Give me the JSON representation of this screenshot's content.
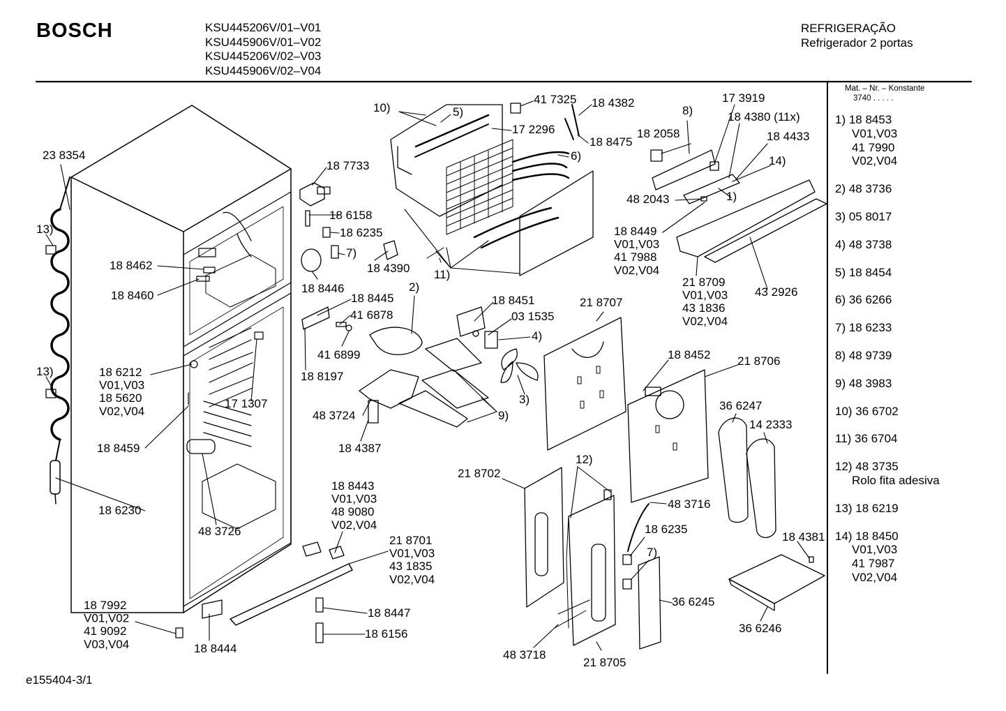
{
  "header": {
    "brand": "BOSCH",
    "models": [
      "KSU445206V/01–V01",
      "KSU445906V/01–V02",
      "KSU445206V/02–V03",
      "KSU445906V/02–V04"
    ],
    "category": "REFRIGERAÇÃO",
    "subcategory": "Refrigerador 2 portas"
  },
  "sidebar": {
    "heading": "Mat. – Nr. – Konstante",
    "constant": "3740  .  .  .  .  .",
    "legend": [
      {
        "label": "1) 18 8453"
      },
      {
        "label": "V01,V03",
        "indent": true
      },
      {
        "label": "41 7990",
        "indent": true
      },
      {
        "label": "V02,V04",
        "indent": true
      },
      {
        "label": "2) 48 3736",
        "gap": true
      },
      {
        "label": "3) 05 8017",
        "gap": true
      },
      {
        "label": "4) 48 3738",
        "gap": true
      },
      {
        "label": "5) 18 8454",
        "gap": true
      },
      {
        "label": "6) 36 6266",
        "gap": true
      },
      {
        "label": "7) 18 6233",
        "gap": true
      },
      {
        "label": "8) 48 9739",
        "gap": true
      },
      {
        "label": "9) 48 3983",
        "gap": true
      },
      {
        "label": "10) 36 6702",
        "gap": true
      },
      {
        "label": "11) 36 6704",
        "gap": true
      },
      {
        "label": "12) 48 3735",
        "gap": true
      },
      {
        "label": "Rolo fita adesiva",
        "indent": true
      },
      {
        "label": "13) 18 6219",
        "gap": true
      },
      {
        "label": "14) 18 8450",
        "gap": true
      },
      {
        "label": "V01,V03",
        "indent": true
      },
      {
        "label": "41 7987",
        "indent": true
      },
      {
        "label": "V02,V04",
        "indent": true
      }
    ]
  },
  "footer": {
    "doc_id": "e155404-3/1"
  },
  "callouts": [
    {
      "id": "c238354",
      "lines": [
        "23 8354"
      ]
    },
    {
      "id": "c13a",
      "lines": [
        "13)"
      ]
    },
    {
      "id": "c13b",
      "lines": [
        "13)"
      ]
    },
    {
      "id": "c188462",
      "lines": [
        "18 8462"
      ]
    },
    {
      "id": "c188460",
      "lines": [
        "18 8460"
      ]
    },
    {
      "id": "c186212",
      "lines": [
        "18 6212",
        "V01,V03",
        "18 5620",
        "V02,V04"
      ]
    },
    {
      "id": "c188459",
      "lines": [
        "18 8459"
      ]
    },
    {
      "id": "c186230",
      "lines": [
        "18 6230"
      ]
    },
    {
      "id": "c483726",
      "lines": [
        "48 3726"
      ]
    },
    {
      "id": "c171307",
      "lines": [
        "17 1307"
      ]
    },
    {
      "id": "c187992",
      "lines": [
        "18 7992",
        "V01,V02",
        "41 9092",
        "V03,V04"
      ]
    },
    {
      "id": "c188444",
      "lines": [
        "18 8444"
      ]
    },
    {
      "id": "c187733",
      "lines": [
        "18 7733"
      ]
    },
    {
      "id": "c186158",
      "lines": [
        "18 6158"
      ]
    },
    {
      "id": "c186235a",
      "lines": [
        "18 6235"
      ]
    },
    {
      "id": "c7a",
      "lines": [
        "7)"
      ]
    },
    {
      "id": "c188446",
      "lines": [
        "18 8446"
      ]
    },
    {
      "id": "c184390",
      "lines": [
        "18 4390"
      ]
    },
    {
      "id": "c188445",
      "lines": [
        "18 8445"
      ]
    },
    {
      "id": "c416878",
      "lines": [
        "41 6878"
      ]
    },
    {
      "id": "c416899",
      "lines": [
        "41 6899"
      ]
    },
    {
      "id": "c2",
      "lines": [
        "2)"
      ]
    },
    {
      "id": "c188197",
      "lines": [
        "18 8197"
      ]
    },
    {
      "id": "c483724",
      "lines": [
        "48 3724"
      ]
    },
    {
      "id": "c184387",
      "lines": [
        "18 4387"
      ]
    },
    {
      "id": "c188443",
      "lines": [
        "18 8443",
        "V01,V03",
        "48 9080",
        "V02,V04"
      ]
    },
    {
      "id": "c218701",
      "lines": [
        "21 8701",
        "V01,V03",
        "43 1835",
        "V02,V04"
      ]
    },
    {
      "id": "c188447",
      "lines": [
        "18 8447"
      ]
    },
    {
      "id": "c186156",
      "lines": [
        "18 6156"
      ]
    },
    {
      "id": "c10",
      "lines": [
        "10)"
      ]
    },
    {
      "id": "c5",
      "lines": [
        "5)"
      ]
    },
    {
      "id": "c417325",
      "lines": [
        "41 7325"
      ]
    },
    {
      "id": "c184382",
      "lines": [
        "18 4382"
      ]
    },
    {
      "id": "c172296",
      "lines": [
        "17 2296"
      ]
    },
    {
      "id": "c188475",
      "lines": [
        "18 8475"
      ]
    },
    {
      "id": "c6",
      "lines": [
        "6)"
      ]
    },
    {
      "id": "c11",
      "lines": [
        "11)"
      ]
    },
    {
      "id": "c188451",
      "lines": [
        "18 8451"
      ]
    },
    {
      "id": "c031535",
      "lines": [
        "03 1535"
      ]
    },
    {
      "id": "c4",
      "lines": [
        "4)"
      ]
    },
    {
      "id": "c3",
      "lines": [
        "3)"
      ]
    },
    {
      "id": "c9",
      "lines": [
        "9)"
      ]
    },
    {
      "id": "c218707",
      "lines": [
        "21 8707"
      ]
    },
    {
      "id": "c8",
      "lines": [
        "8)"
      ]
    },
    {
      "id": "c173919",
      "lines": [
        "17 3919"
      ]
    },
    {
      "id": "c184380",
      "lines": [
        "18 4380 (11x)"
      ]
    },
    {
      "id": "c182058",
      "lines": [
        "18 2058"
      ]
    },
    {
      "id": "c184433",
      "lines": [
        "18 4433"
      ]
    },
    {
      "id": "c14",
      "lines": [
        "14)"
      ]
    },
    {
      "id": "c482043",
      "lines": [
        "48 2043"
      ]
    },
    {
      "id": "c1",
      "lines": [
        "1)"
      ]
    },
    {
      "id": "c188449",
      "lines": [
        "18 8449",
        "V01,V03",
        "41 7988",
        "V02,V04"
      ]
    },
    {
      "id": "c218709",
      "lines": [
        "21 8709",
        "V01,V03",
        "43 1836",
        "V02,V04"
      ]
    },
    {
      "id": "c432926",
      "lines": [
        "43 2926"
      ]
    },
    {
      "id": "c188452",
      "lines": [
        "18 8452"
      ]
    },
    {
      "id": "c218706",
      "lines": [
        "21 8706"
      ]
    },
    {
      "id": "c366247",
      "lines": [
        "36 6247"
      ]
    },
    {
      "id": "c142333",
      "lines": [
        "14 2333"
      ]
    },
    {
      "id": "c218702",
      "lines": [
        "21 8702"
      ]
    },
    {
      "id": "c12",
      "lines": [
        "12)"
      ]
    },
    {
      "id": "c483716",
      "lines": [
        "48 3716"
      ]
    },
    {
      "id": "c186235b",
      "lines": [
        "18 6235"
      ]
    },
    {
      "id": "c7b",
      "lines": [
        "7)"
      ]
    },
    {
      "id": "c366245",
      "lines": [
        "36 6245"
      ]
    },
    {
      "id": "c184381",
      "lines": [
        "18 4381"
      ]
    },
    {
      "id": "c366246",
      "lines": [
        "36 6246"
      ]
    },
    {
      "id": "c483718",
      "lines": [
        "48 3718"
      ]
    },
    {
      "id": "c218705",
      "lines": [
        "21 8705"
      ]
    }
  ]
}
